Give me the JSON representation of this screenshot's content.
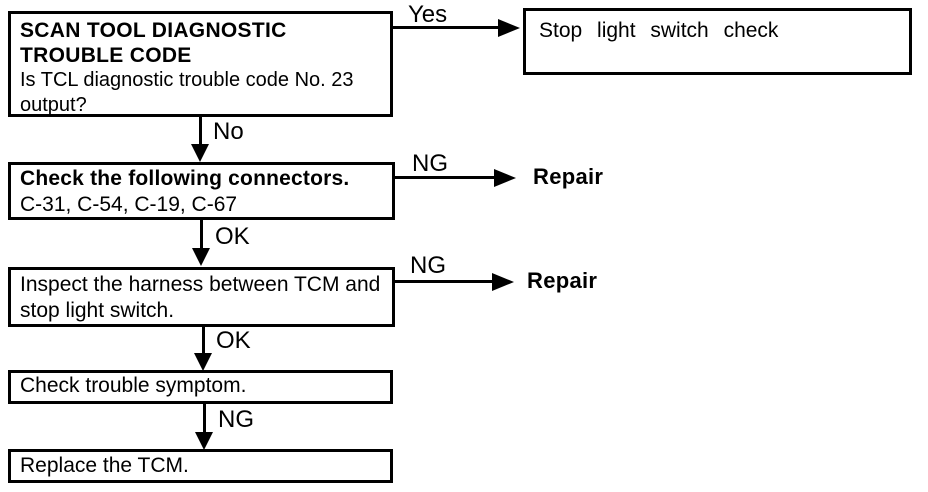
{
  "colors": {
    "ink": "#000000",
    "paper": "#ffffff"
  },
  "boxes": {
    "scan_tool": {
      "title_line1": "SCAN TOOL DIAGNOSTIC",
      "title_line2": "TROUBLE CODE",
      "question_line1": "Is TCL diagnostic trouble code No. 23",
      "question_line2": "output?"
    },
    "stop_light_check": {
      "label": "Stop light switch check"
    },
    "check_connectors": {
      "title": "Check the following connectors.",
      "detail": "C-31, C-54, C-19, C-67"
    },
    "inspect_harness": {
      "line1": "Inspect the harness between TCM and",
      "line2": "stop light switch."
    },
    "check_symptom": {
      "label": "Check trouble symptom."
    },
    "replace_tcm": {
      "label": "Replace the TCM."
    }
  },
  "branches": {
    "yes": {
      "label": "Yes"
    },
    "no": {
      "label": "No"
    },
    "ng_connectors": {
      "label": "NG",
      "result": "Repair"
    },
    "ok_connectors": {
      "label": "OK"
    },
    "ng_harness": {
      "label": "NG",
      "result": "Repair"
    },
    "ok_harness": {
      "label": "OK"
    },
    "ng_symptom": {
      "label": "NG"
    }
  }
}
